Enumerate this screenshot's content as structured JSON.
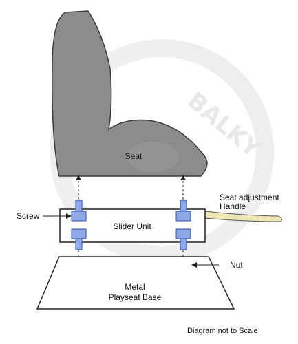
{
  "labels": {
    "seat": "Seat",
    "slider_unit": "Slider Unit",
    "screw": "Screw",
    "handle_line1": "Seat adjustment",
    "handle_line2": "Handle",
    "nut": "Nut",
    "base_line1": "Metal",
    "base_line2": "Playseat Base",
    "footer": "Diagram not to Scale"
  },
  "watermark": "BALKY",
  "colors": {
    "seat_fill": "#8c8c8c",
    "seat_stroke": "#3a3a3a",
    "screw_fill": "#8fa8e6",
    "screw_stroke": "#2f4fa8",
    "nut_fill": "#6fd65c",
    "nut_stroke": "#2e8a25",
    "handle_fill": "#efe6b6",
    "outline": "#222222",
    "watermark": "#d9d9d9"
  }
}
